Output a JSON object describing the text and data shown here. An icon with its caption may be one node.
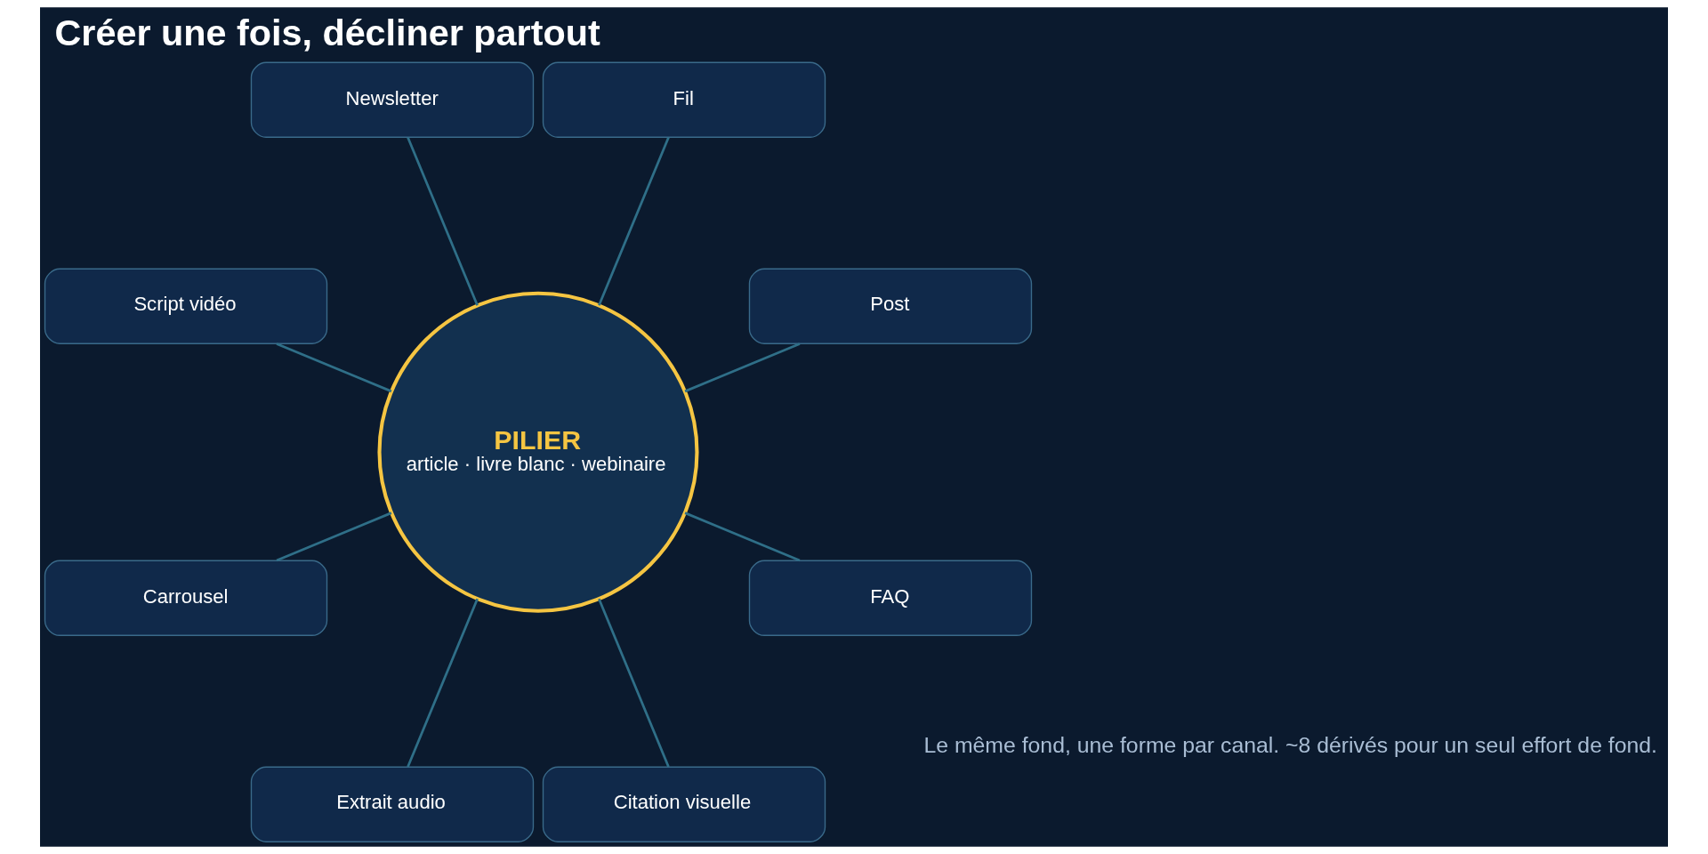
{
  "diagram": {
    "title": "Créer une fois, décliner partout",
    "caption": "Le même fond, une forme par canal. ~8 dérivés pour un seul effort de fond.",
    "nodes": [
      {
        "text": [
          "PILIER",
          "article · livre blanc · webinaire"
        ]
      },
      {
        "text": [
          "Post"
        ]
      },
      {
        "text": [
          "Fil"
        ]
      },
      {
        "text": [
          "Newsletter"
        ]
      },
      {
        "text": [
          "Script vidéo"
        ]
      },
      {
        "text": [
          "Carrousel"
        ]
      },
      {
        "text": [
          "Extrait audio"
        ]
      },
      {
        "text": [
          "Citation visuelle"
        ]
      },
      {
        "text": [
          "FAQ"
        ]
      }
    ],
    "edges": [
      {
        "from": 0,
        "to": 1,
        "arrow": "none"
      },
      {
        "from": 0,
        "to": 2,
        "arrow": "none"
      },
      {
        "from": 0,
        "to": 3,
        "arrow": "none"
      },
      {
        "from": 0,
        "to": 4,
        "arrow": "none"
      },
      {
        "from": 0,
        "to": 5,
        "arrow": "none"
      },
      {
        "from": 0,
        "to": 6,
        "arrow": "none"
      },
      {
        "from": 0,
        "to": 7,
        "arrow": "none"
      },
      {
        "from": 0,
        "to": 8,
        "arrow": "none"
      }
    ]
  }
}
